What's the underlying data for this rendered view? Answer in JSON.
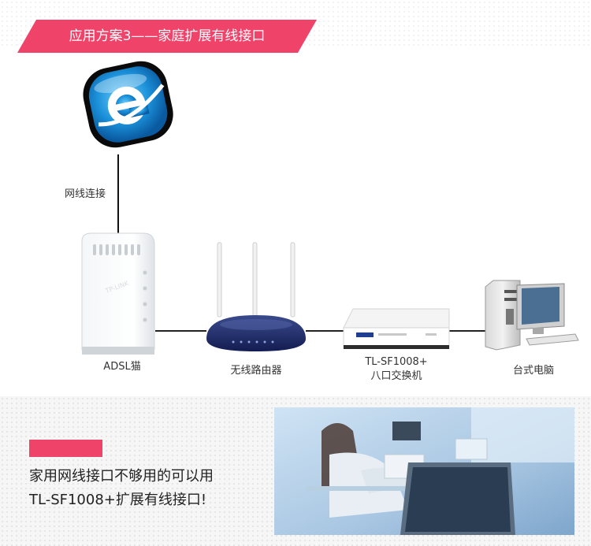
{
  "header": {
    "title": "应用方案3——家庭扩展有线接口"
  },
  "diagram": {
    "connection_label": "网线连接",
    "devices": [
      {
        "id": "modem",
        "label": "ADSL猫",
        "icon": "adsl-modem-icon"
      },
      {
        "id": "router",
        "label": "无线路由器",
        "icon": "wireless-router-icon"
      },
      {
        "id": "switch",
        "label_line1": "TL-SF1008+",
        "label_line2": "八口交换机",
        "icon": "network-switch-icon"
      },
      {
        "id": "desktop",
        "label": "台式电脑",
        "icon": "desktop-computer-icon"
      }
    ],
    "internet_icon": "internet-explorer-icon",
    "brand_text": "TP-LINK"
  },
  "promo": {
    "line1": "家用网线接口不够用的可以用",
    "line2": "TL-SF1008+扩展有线接口!"
  },
  "colors": {
    "accent": "#f0436a",
    "router_blue": "#1e2a6b",
    "ie_blue": "#1a8fd8"
  }
}
